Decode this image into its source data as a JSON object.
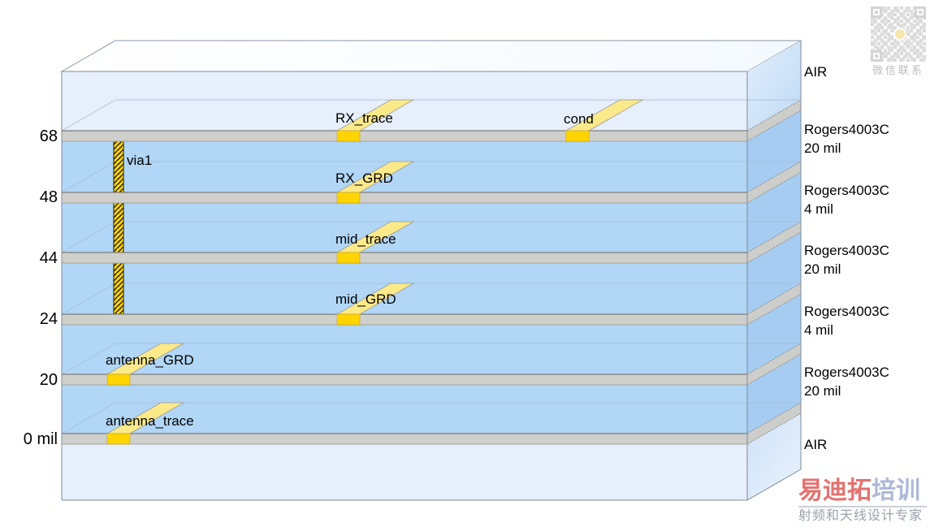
{
  "stackup": {
    "z_axis_labels": [
      "68",
      "48",
      "44",
      "24",
      "20",
      "0 mil"
    ],
    "layers": [
      {
        "name": "AIR",
        "thickness": ""
      },
      {
        "name": "Rogers4003C",
        "thickness": "20 mil"
      },
      {
        "name": "Rogers4003C",
        "thickness": "4 mil"
      },
      {
        "name": "Rogers4003C",
        "thickness": "20 mil"
      },
      {
        "name": "Rogers4003C",
        "thickness": "4 mil"
      },
      {
        "name": "Rogers4003C",
        "thickness": "20 mil"
      },
      {
        "name": "AIR",
        "thickness": ""
      }
    ],
    "conductors": [
      {
        "label": "RX_trace"
      },
      {
        "label": "cond"
      },
      {
        "label": "RX_GRD"
      },
      {
        "label": "mid_trace"
      },
      {
        "label": "mid_GRD"
      },
      {
        "label": "antenna_GRD"
      },
      {
        "label": "antenna_trace"
      }
    ],
    "via": {
      "label": "via1"
    },
    "colors": {
      "substrate_front": "#b1d6f6",
      "substrate_side": "#a6cdf1",
      "air_front": "#e6effb",
      "conductor_front": "#cfcfcc",
      "trace_section": "#ffd400",
      "trace_top": "#fbe98a",
      "outline": "#7f8c99"
    }
  },
  "watermarks": {
    "qr_caption": "微信联系",
    "logo_primary": "易迪拓",
    "logo_secondary": "培训",
    "slogan": "射频和天线设计专家"
  }
}
